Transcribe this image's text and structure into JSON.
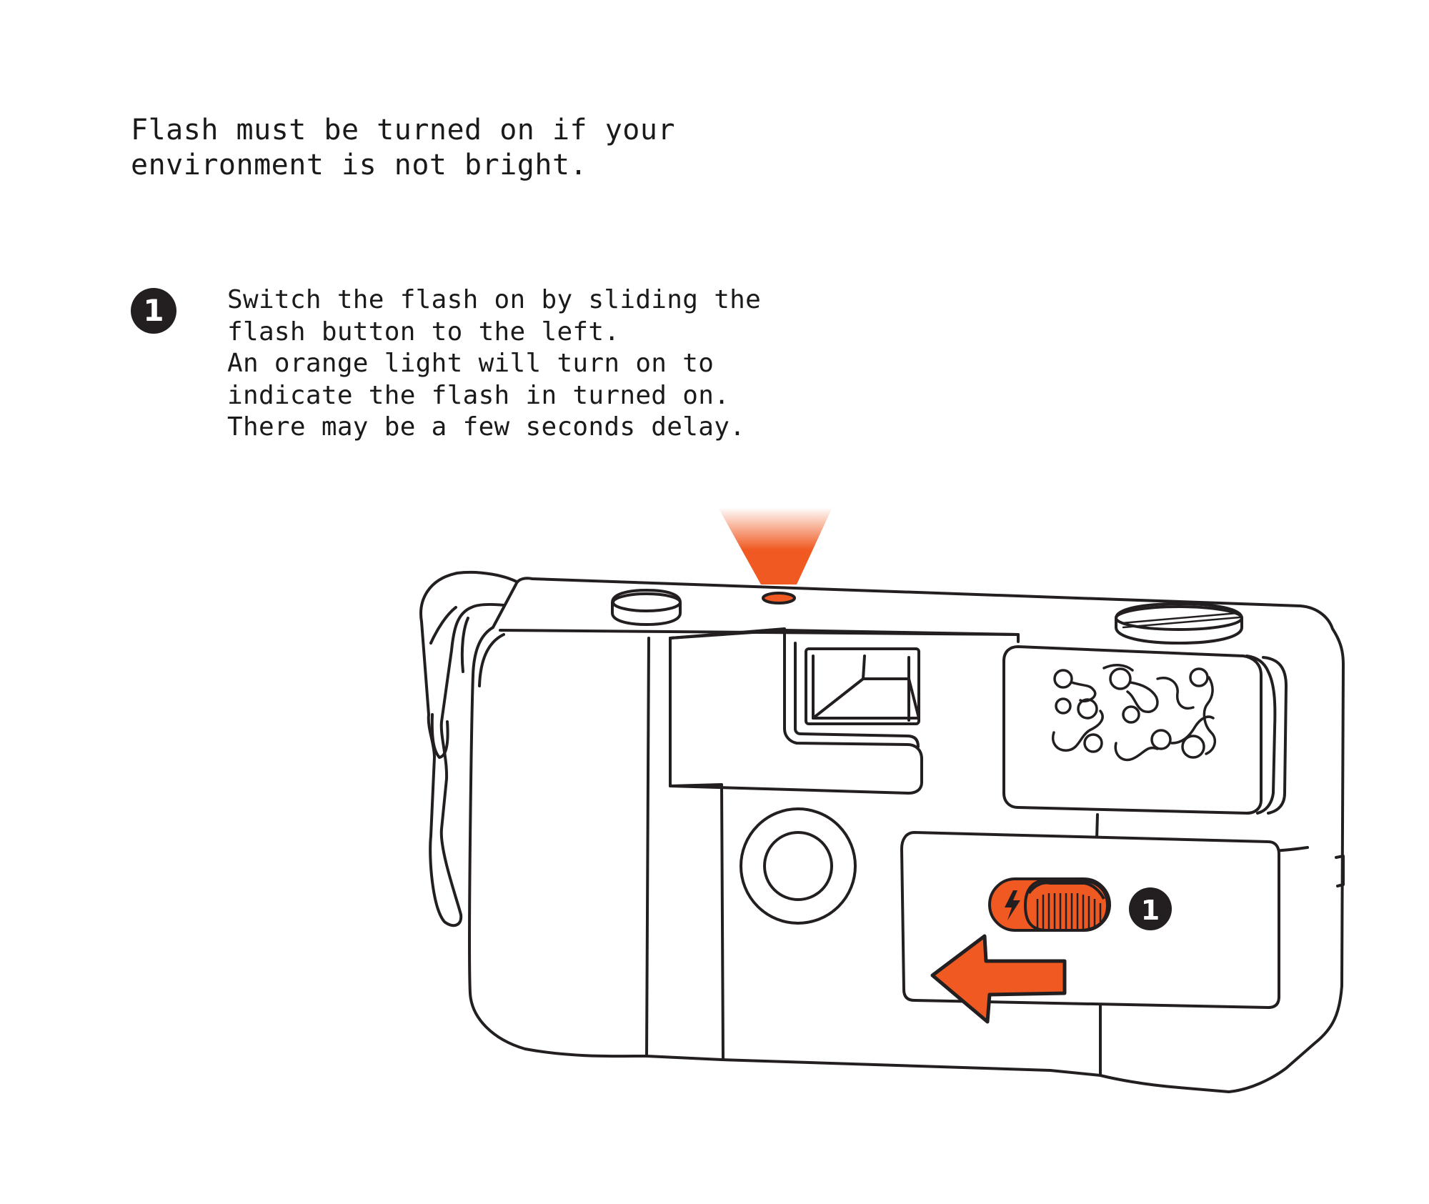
{
  "intro_text": "Flash must be turned on if your\nenvironment is not bright.",
  "step": {
    "number": "1",
    "text": "Switch the flash on by sliding the\nflash button to the left.\nAn orange light will turn on to\nindicate the flash in turned on.\nThere may be a few seconds delay."
  },
  "callout_number": "1",
  "colors": {
    "accent": "#f05a22",
    "ink": "#231f20",
    "background": "#ffffff"
  },
  "icons": {
    "flash_symbol": "lightning-bolt-icon",
    "direction_arrow": "left-arrow-icon"
  }
}
